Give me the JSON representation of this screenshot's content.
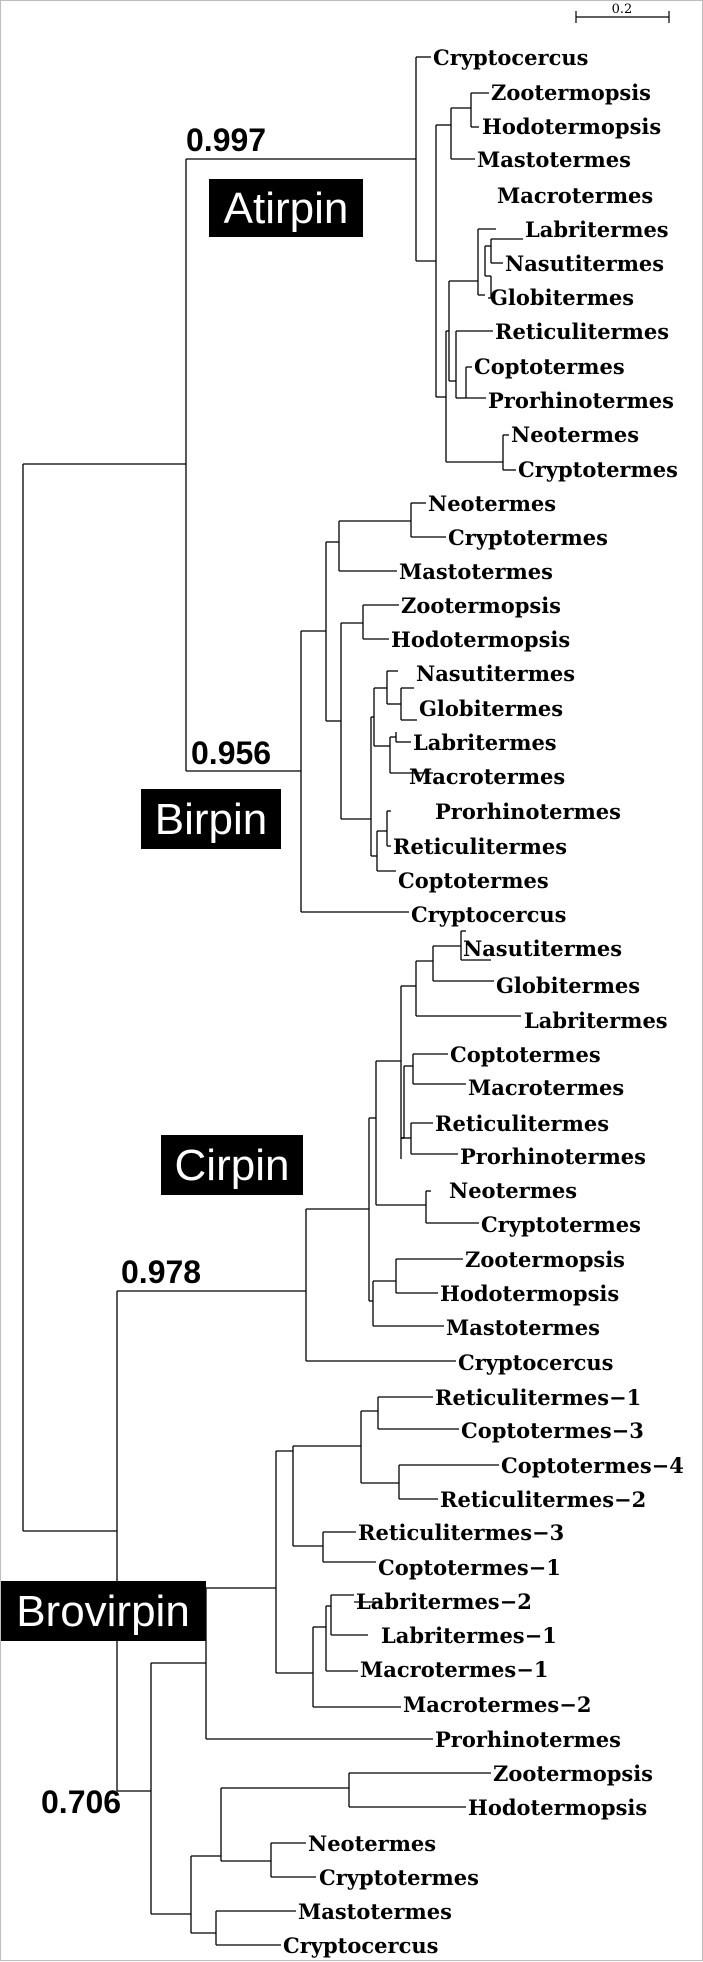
{
  "scale_bar": {
    "label": "0.2"
  },
  "support_values": [
    "0.997",
    "0.956",
    "0.978",
    "0.706"
  ],
  "clade_labels": [
    "Atirpin",
    "Birpin",
    "Cirpin",
    "Brovirpin"
  ],
  "taxa": [
    "Cryptocercus",
    "Zootermopsis",
    "Hodotermopsis",
    "Mastotermes",
    "Macrotermes",
    "Labritermes",
    "Nasutitermes",
    "Globitermes",
    "Reticulitermes",
    "Coptotermes",
    "Prorhinotermes",
    "Neotermes",
    "Cryptotermes",
    "Neotermes",
    "Cryptotermes",
    "Mastotermes",
    "Zootermopsis",
    "Hodotermopsis",
    "Nasutitermes",
    "Globitermes",
    "Labritermes",
    "Macrotermes",
    "Prorhinotermes",
    "Reticulitermes",
    "Coptotermes",
    "Cryptocercus",
    "Nasutitermes",
    "Globitermes",
    "Labritermes",
    "Coptotermes",
    "Macrotermes",
    "Reticulitermes",
    "Prorhinotermes",
    "Neotermes",
    "Cryptotermes",
    "Zootermopsis",
    "Hodotermopsis",
    "Mastotermes",
    "Cryptocercus",
    "Reticulitermes−1",
    "Coptotermes−3",
    "Coptotermes−4",
    "Reticulitermes−2",
    "Reticulitermes−3",
    "Coptotermes−1",
    "Labritermes−2",
    "Labritermes−1",
    "Macrotermes−1",
    "Macrotermes−2",
    "Prorhinotermes",
    "Zootermopsis",
    "Hodotermopsis",
    "Neotermes",
    "Cryptotermes",
    "Mastotermes",
    "Cryptocercus"
  ]
}
